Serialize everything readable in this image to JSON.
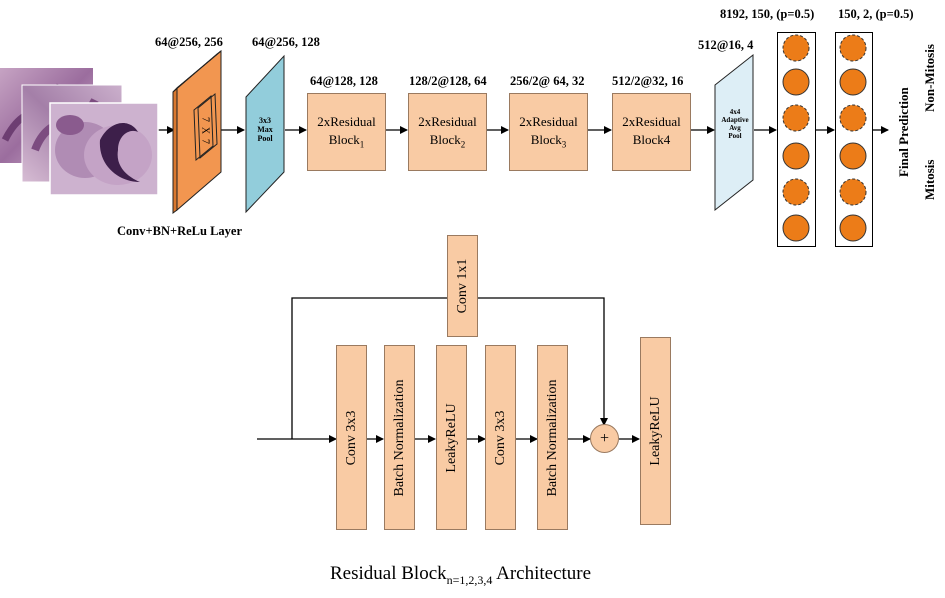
{
  "top": {
    "labels": {
      "conv_dims": "64@256, 256",
      "pool_dims": "64@256, 128",
      "block1_dims": "64@128, 128",
      "block2_dims": "128/2@128, 64",
      "block3_dims": "256/2@ 64, 32",
      "block4_dims": "512/2@32, 16",
      "adaptive_dims": "512@16, 4",
      "fc1_dims": "8192, 150, (p=0.5)",
      "fc2_dims": "150, 2, (p=0.5)"
    },
    "conv_caption": "Conv+BN+ReLu Layer",
    "kernel": {
      "a": "7",
      "x": "X",
      "b": "7"
    },
    "maxpool": {
      "l1": "3x3",
      "l2": "Max",
      "l3": "Pool"
    },
    "adaptive": {
      "l1": "4x4",
      "l2": "Adaptive",
      "l3": "Avg",
      "l4": "Pool"
    },
    "blocks": [
      {
        "l1": "2xResidual",
        "l2": "Block",
        "sub": "1"
      },
      {
        "l1": "2xResidual",
        "l2": "Block",
        "sub": "2"
      },
      {
        "l1": "2xResidual",
        "l2": "Block",
        "sub": "3"
      },
      {
        "l1": "2xResidual",
        "l2": "Block4",
        "sub": ""
      }
    ],
    "final_prediction": "Final Prediction",
    "non_mitosis": "Non-Mitosis",
    "mitosis": "Mitosis"
  },
  "bottom": {
    "shortcut": "Conv 1x1",
    "layers": [
      "Conv 3x3",
      "Batch Normalization",
      "LeakyReLU",
      "Conv 3x3",
      "Batch Normalization"
    ],
    "add_symbol": "+",
    "final_layer": "LeakyReLU",
    "caption_main": "Residual Block",
    "caption_sub": "n=1,2,3,4",
    "caption_tail": " Architecture"
  },
  "colors": {
    "block_fill": "#f9cba4",
    "conv_fill": "#f29650",
    "pool_fill": "#92cddb",
    "adaptive_fill": "#ddeef6",
    "neuron_fill": "#ec7c18"
  }
}
